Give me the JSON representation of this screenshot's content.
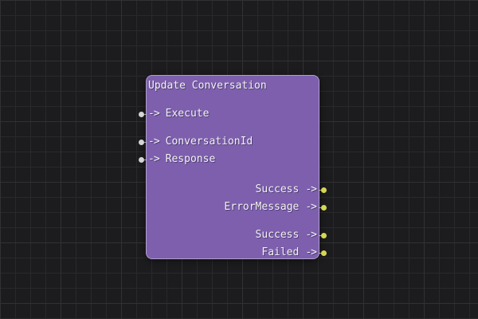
{
  "node": {
    "title": "Update Conversation",
    "arrow": "->",
    "input_groups": [
      {
        "pins": [
          {
            "label": "Execute"
          }
        ]
      },
      {
        "pins": [
          {
            "label": "ConversationId"
          },
          {
            "label": "Response"
          }
        ]
      }
    ],
    "output_groups": [
      {
        "pins": [
          {
            "label": "Success"
          },
          {
            "label": "ErrorMessage"
          }
        ]
      },
      {
        "pins": [
          {
            "label": "Success"
          },
          {
            "label": "Failed"
          }
        ]
      }
    ]
  },
  "colors": {
    "canvas_bg": "#1c1c1e",
    "grid_line": "#29292b",
    "grid_line_major": "#313134",
    "node_fill": "#7d5fae",
    "node_border": "rgba(216,211,226,0.55)",
    "text": "#f2f2f2",
    "input_pin": "#d4d4d4",
    "output_pin": "#d5d654"
  }
}
